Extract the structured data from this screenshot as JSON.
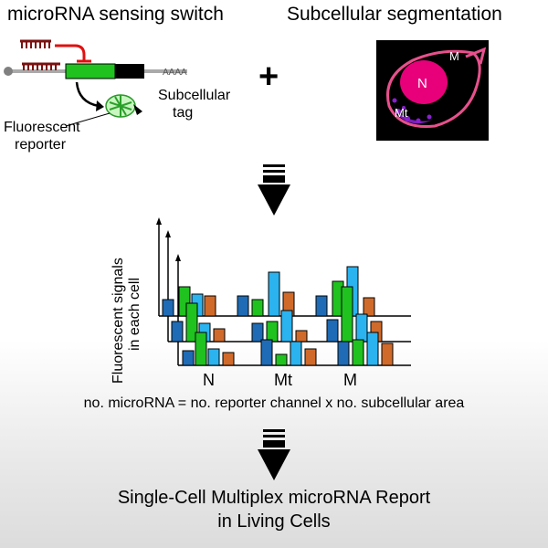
{
  "titles": {
    "left": "microRNA sensing switch",
    "right": "Subcellular segmentation"
  },
  "switch": {
    "polyA": "AAAA",
    "subcellular_tag": [
      "Subcellular",
      "tag"
    ],
    "fluorescent_reporter": [
      "Fluorescent",
      "reporter"
    ]
  },
  "plus": "+",
  "segmentation": {
    "nucleus": "N",
    "mitochondria": "Mt",
    "membrane": "M"
  },
  "chart": {
    "ylabel": [
      "Fluorescent signals",
      "in each cell"
    ],
    "categories": [
      "N",
      "Mt",
      "M"
    ]
  },
  "equation": "no. microRNA  = no. reporter channel x no. subcellular area",
  "result": [
    "Single-Cell Multiplex microRNA Report",
    "in Living Cells"
  ],
  "colors": {
    "blue_dark": "#1f6bb5",
    "blue_light": "#2bb3f0",
    "green": "#1fc21f",
    "orange": "#d06a2a",
    "nucleus": "#e8007a",
    "membrane": "#e8508c",
    "mito": "#8a1fd0"
  }
}
